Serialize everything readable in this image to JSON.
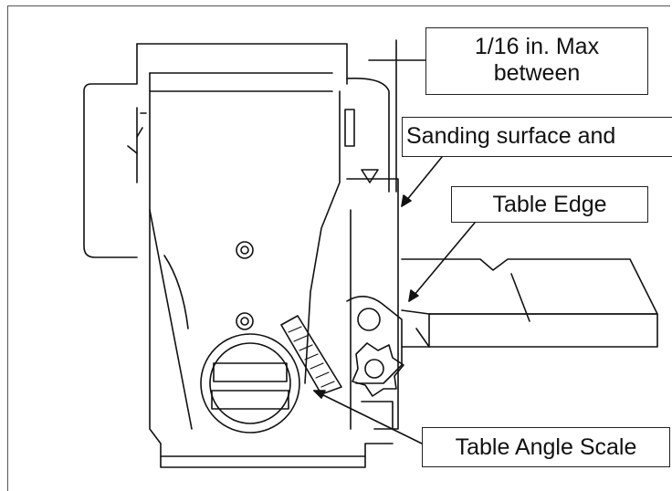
{
  "callouts": {
    "max_gap_line1": "1/16 in. Max",
    "max_gap_line2": "between",
    "sanding_surface": "Sanding surface and",
    "table_edge": "Table Edge",
    "table_angle_scale": "Table Angle Scale"
  },
  "colors": {
    "line": "#111111",
    "background": "#ffffff"
  }
}
